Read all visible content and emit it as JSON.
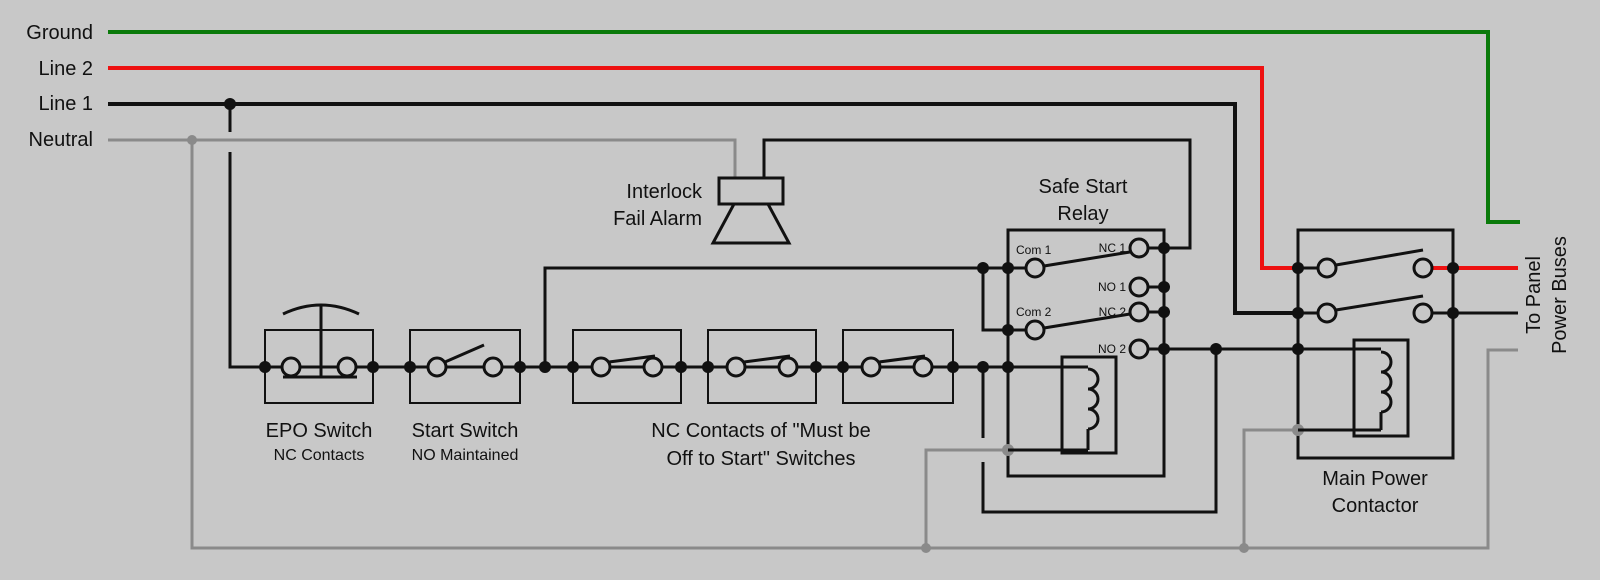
{
  "colors": {
    "background": "#c8c8c8",
    "ground": "#0a7a0a",
    "line2": "#ee1111",
    "line1": "#111111",
    "neutral": "#8a8a8a"
  },
  "lines": {
    "ground": "Ground",
    "line2": "Line 2",
    "line1": "Line 1",
    "neutral": "Neutral"
  },
  "alarm": {
    "line1": "Interlock",
    "line2": "Fail Alarm",
    "icon": "speaker-icon"
  },
  "relay": {
    "title1": "Safe Start",
    "title2": "Relay",
    "com1": "Com 1",
    "com2": "Com 2",
    "nc1": "NC 1",
    "no1": "NO 1",
    "nc2": "NC 2",
    "no2": "NO 2"
  },
  "epo": {
    "title": "EPO Switch",
    "sub": "NC Contacts"
  },
  "start": {
    "title": "Start Switch",
    "sub": "NO Maintained"
  },
  "nc_contacts": {
    "line1": "NC Contacts of \"Must be",
    "line2": "Off to Start\" Switches"
  },
  "contactor": {
    "line1": "Main Power",
    "line2": "Contactor"
  },
  "output": {
    "line1": "To Panel",
    "line2": "Power Buses"
  }
}
